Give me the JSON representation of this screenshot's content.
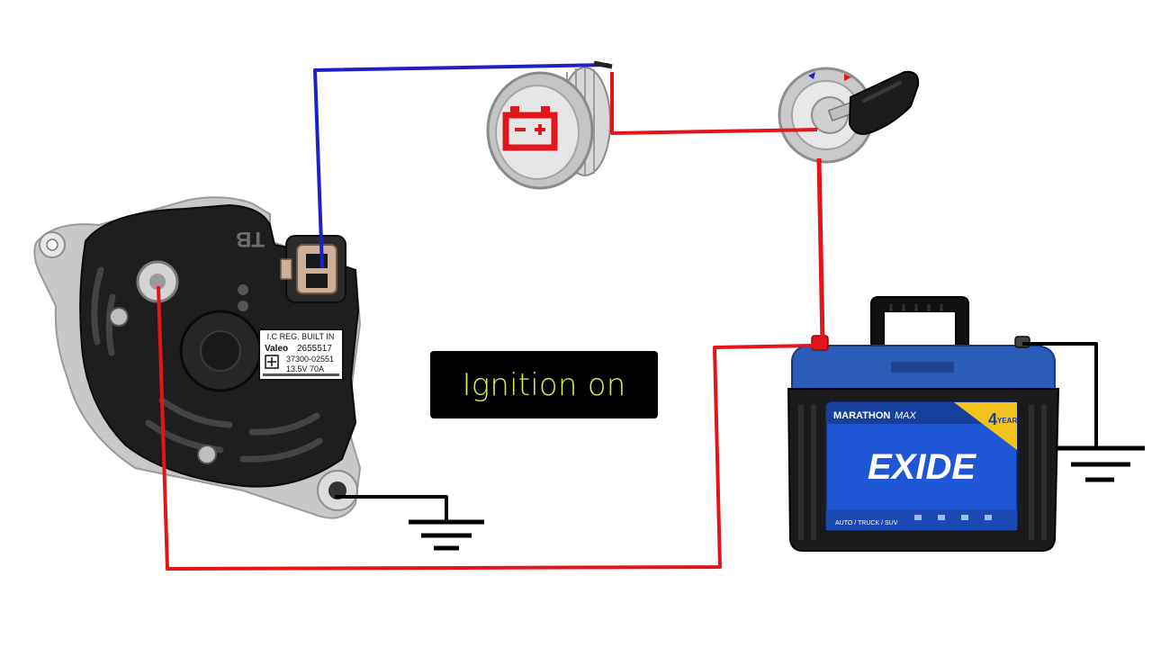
{
  "caption": {
    "text": "Ignition on"
  },
  "colors": {
    "positive_wire": "#e3141b",
    "signal_wire": "#1f1fc9",
    "ground_wire": "#000000",
    "caption_text": "#d9ef4f",
    "caption_bg": "#000000",
    "battery_case": "#2a5cb8",
    "battery_label": "#1f56d6",
    "battery_badge": "#f2c21c"
  },
  "alternator": {
    "housing_mark": "TB",
    "label": {
      "line1": "I.C REG. BUILT IN",
      "brand": "Valeo",
      "part_no": "2655517",
      "code": "37300-02551",
      "rating": "13.5V 70A"
    }
  },
  "warning_lamp": {
    "icon": "battery-warning-icon"
  },
  "ignition_switch": {
    "icon": "ignition-key-icon"
  },
  "battery": {
    "series": "MARATHON",
    "series_suffix": "MAX",
    "badge_number": "4",
    "badge_word": "YEAR",
    "brand": "EXIDE",
    "usage": "AUTO / TRUCK / SUV"
  },
  "ground_symbols": [
    "ground-icon",
    "ground-icon"
  ]
}
